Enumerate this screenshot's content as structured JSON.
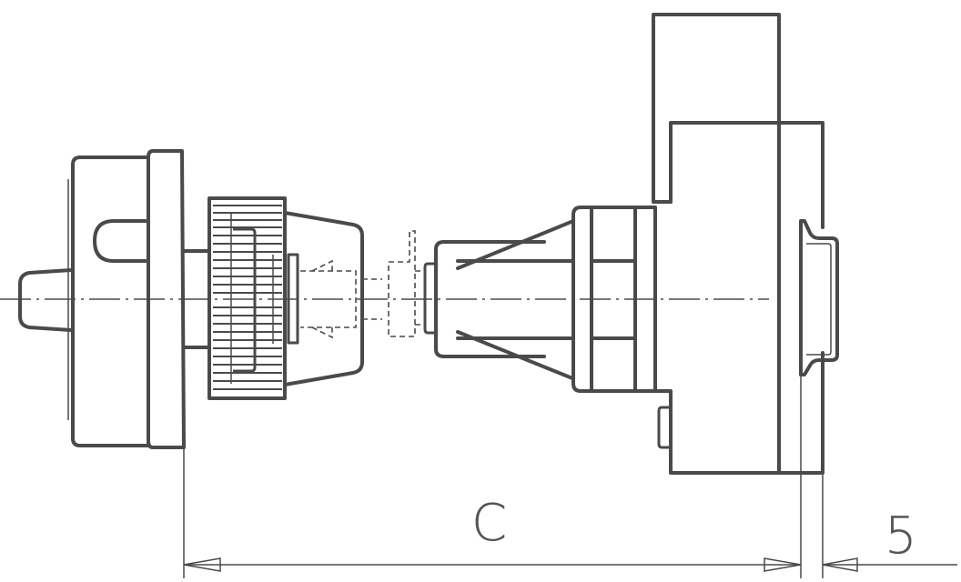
{
  "drawing": {
    "type": "mechanical-assembly-side-view",
    "line_color": "#4a4a4a",
    "background": "#ffffff",
    "components": [
      {
        "name": "knob-cap",
        "description": "Left knob with rounded slot and protruding shaft"
      },
      {
        "name": "knurled-nut",
        "description": "Knurled ring with hatched grip lines"
      },
      {
        "name": "tapered-collar",
        "description": "Conical collar with hidden (dashed) inner contours"
      },
      {
        "name": "hidden-coupler",
        "description": "Dashed intermediate coupling part"
      },
      {
        "name": "tapered-body",
        "description": "Conical body with slit fingers"
      },
      {
        "name": "housing",
        "description": "Right rectangular housing block"
      },
      {
        "name": "din-rail-clip",
        "description": "Mounting rail clip on right side"
      }
    ]
  },
  "dimensions": {
    "c": {
      "label": "C",
      "from": "knob-flange-face",
      "to": "rail-edge"
    },
    "five": {
      "label": "5",
      "description": "rail thickness offset"
    }
  }
}
